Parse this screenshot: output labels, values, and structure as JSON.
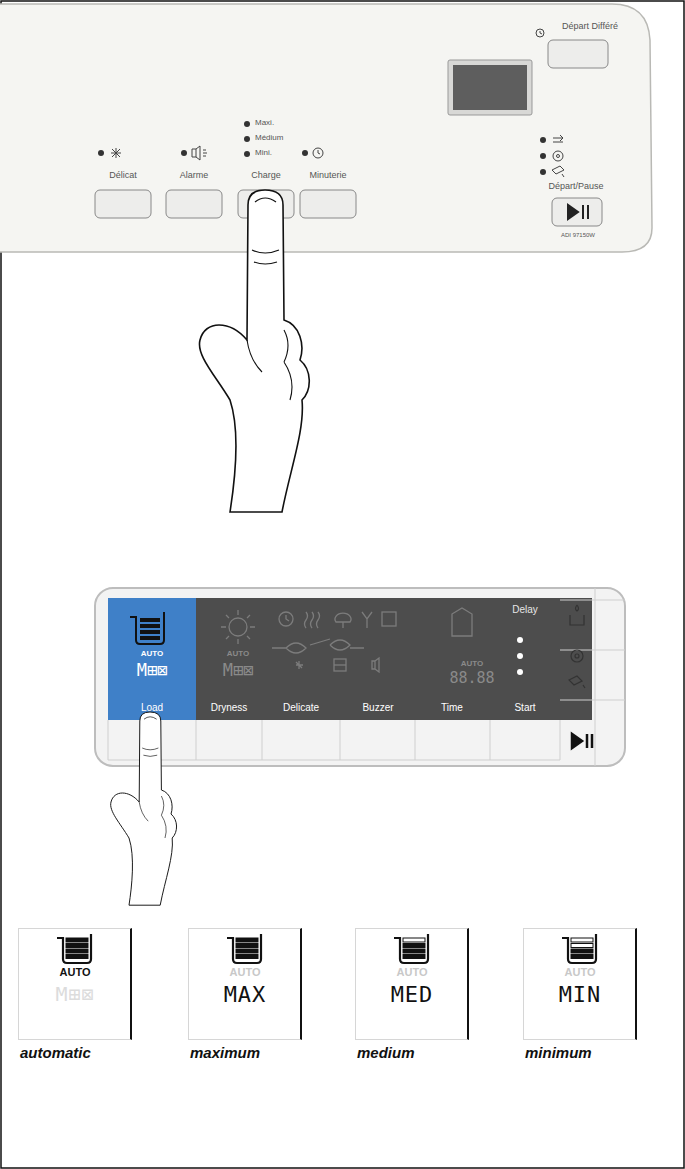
{
  "diagram": {
    "nodes": [
      {
        "text": [
          "AUTO",
          "M⊞⊠",
          "automatic"
        ]
      },
      {
        "text": [
          "AUTO",
          "MAX",
          "maximum"
        ]
      },
      {
        "text": [
          "AUTO",
          "MED",
          "medium"
        ]
      },
      {
        "text": [
          "AUTO",
          "MIN",
          "minimum"
        ]
      }
    ],
    "labels": [
      "Départ Différé",
      "Maxi.",
      "Médium",
      "Mini.",
      "Délicat",
      "Alarme",
      "Charge",
      "Minuterie",
      "Départ/Pause",
      "ADI 97150W",
      "Delay",
      "AUTO",
      "M⊞⊠",
      "AUTO",
      "M⊞⊠",
      "AUTO",
      "88.88",
      "Load",
      "Dryness",
      "Delicate",
      "Buzzer",
      "Time",
      "Start"
    ]
  }
}
